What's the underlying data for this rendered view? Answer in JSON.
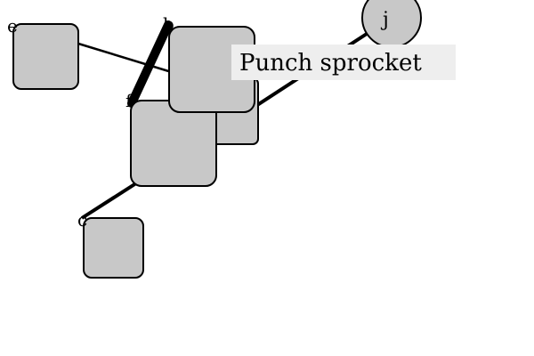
{
  "diagram": {
    "nodes": [
      {
        "id": "e",
        "label": "e",
        "shape": "rounded-square"
      },
      {
        "id": "b",
        "label": "b",
        "shape": "rounded-square"
      },
      {
        "id": "f",
        "label": "f",
        "shape": "rounded-square"
      },
      {
        "id": "c",
        "label": "c",
        "shape": "rounded-square"
      },
      {
        "id": "j",
        "label": "j",
        "shape": "circle"
      },
      {
        "id": "hidden",
        "label": "",
        "shape": "rounded-square"
      }
    ],
    "edges": [
      {
        "from": "e",
        "to": "b",
        "weight": "thin"
      },
      {
        "from": "b",
        "to": "f",
        "weight": "heavy"
      },
      {
        "from": "f",
        "to": "c",
        "weight": "medium"
      },
      {
        "from": "f",
        "to": "j",
        "weight": "medium"
      }
    ],
    "callout": {
      "text": "Punch sprocket"
    },
    "colors": {
      "node_fill": "#c8c8c8",
      "stroke": "#000000",
      "callout_bg": "#eeeeee"
    }
  }
}
